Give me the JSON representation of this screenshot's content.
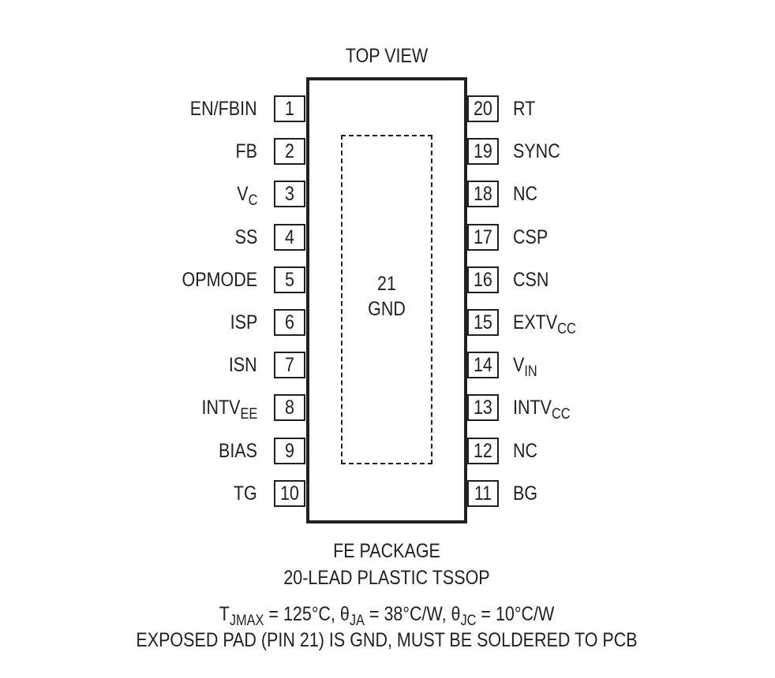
{
  "title": "TOP VIEW",
  "exposed_pad": {
    "number": "21",
    "name": "GND"
  },
  "left_pins": [
    {
      "num": "1",
      "name": "EN/FBIN",
      "sub": ""
    },
    {
      "num": "2",
      "name": "FB",
      "sub": ""
    },
    {
      "num": "3",
      "name": "V",
      "sub": "C"
    },
    {
      "num": "4",
      "name": "SS",
      "sub": ""
    },
    {
      "num": "5",
      "name": "OPMODE",
      "sub": ""
    },
    {
      "num": "6",
      "name": "ISP",
      "sub": ""
    },
    {
      "num": "7",
      "name": "ISN",
      "sub": ""
    },
    {
      "num": "8",
      "name": "INTV",
      "sub": "EE"
    },
    {
      "num": "9",
      "name": "BIAS",
      "sub": ""
    },
    {
      "num": "10",
      "name": "TG",
      "sub": ""
    }
  ],
  "right_pins": [
    {
      "num": "20",
      "name": "RT",
      "sub": ""
    },
    {
      "num": "19",
      "name": "SYNC",
      "sub": ""
    },
    {
      "num": "18",
      "name": "NC",
      "sub": ""
    },
    {
      "num": "17",
      "name": "CSP",
      "sub": ""
    },
    {
      "num": "16",
      "name": "CSN",
      "sub": ""
    },
    {
      "num": "15",
      "name": "EXTV",
      "sub": "CC"
    },
    {
      "num": "14",
      "name": "V",
      "sub": "IN"
    },
    {
      "num": "13",
      "name": "INTV",
      "sub": "CC"
    },
    {
      "num": "12",
      "name": "NC",
      "sub": ""
    },
    {
      "num": "11",
      "name": "BG",
      "sub": ""
    }
  ],
  "package": {
    "line1": "FE PACKAGE",
    "line2": "20-LEAD PLASTIC TSSOP"
  },
  "thermal": {
    "t_symbol": "T",
    "t_sub": "JMAX",
    "t_value": " = 125°C, ",
    "theta_ja_symbol": "θ",
    "theta_ja_sub": "JA",
    "theta_ja_value": " = 38°C/W, ",
    "theta_jc_symbol": "θ",
    "theta_jc_sub": "JC",
    "theta_jc_value": " = 10°C/W"
  },
  "note": "EXPOSED PAD (PIN 21) IS GND, MUST BE SOLDERED TO PCB"
}
